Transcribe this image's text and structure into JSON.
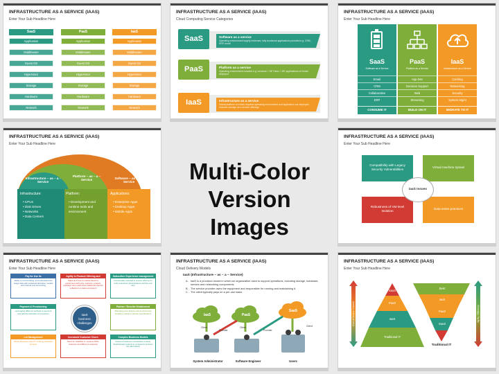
{
  "common": {
    "title": "INFRASTRUCTURE AS A SERVICE (IAAS)",
    "sub": "Enter Your Sub Headline Here"
  },
  "center": {
    "line1": "Multi-Color",
    "line2": "Version Images"
  },
  "s1": {
    "cols": [
      {
        "head": "SaaS",
        "color": "#2a9a83"
      },
      {
        "head": "PaaS",
        "color": "#7fae3a"
      },
      {
        "head": "IaaS",
        "color": "#f29a25"
      }
    ],
    "rows": [
      "Application",
      "Middleware",
      "Guest OS",
      "Hypervisor",
      "Storage",
      "Hardware",
      "Network"
    ]
  },
  "s2": {
    "sub": "Cloud Computing Service Categories",
    "items": [
      {
        "tag": "SaaS",
        "head": "Software as a service",
        "desc": "Operating environment largely irrelevant, fully functional applications provided e.g. CRM, ERP, email"
      },
      {
        "tag": "PaaS",
        "head": "Platform as a service",
        "desc": "Operating environment included e.g. windows / .NET linux / J2E applications of choice deployed"
      },
      {
        "tag": "IaaS",
        "head": "Infrastructure as a service",
        "desc": "Virtual platform on which required operating environment and application are deployed. Includes storage as a service offerings"
      }
    ]
  },
  "s3": {
    "cols": [
      {
        "name": "SaaS",
        "cap": "Software as a Service",
        "items": [
          "Email",
          "CRM",
          "Collaborative",
          "ERP"
        ],
        "foot": "CONSUME IT"
      },
      {
        "name": "PaaS",
        "cap": "Platform as a Service",
        "items": [
          "App Dev",
          "Decision Support",
          "Web",
          "Streaming"
        ],
        "foot": "BUILD ON IT"
      },
      {
        "name": "IaaS",
        "cap": "Infrastructure as a Service",
        "items": [
          "Caching",
          "Networking",
          "Security",
          "System Mgmt"
        ],
        "foot": "MIGRATE TO IT"
      }
    ]
  },
  "s4": {
    "arcs": [
      "Infrastructure – as – a - Service",
      "Platform – as – a – Service",
      "Software – as – a – Service"
    ],
    "cols": [
      {
        "head": "Infrastructure:",
        "items": [
          "CPUs",
          "Disk Drives",
          "Networks",
          "Data Centers"
        ]
      },
      {
        "head": "Platform:",
        "items": [
          "Development and runtime tools and environment"
        ]
      },
      {
        "head": "Applications:",
        "items": [
          "Enterprise Apps",
          "Desktop Apps",
          "Mobile Apps"
        ]
      }
    ]
  },
  "s5": {
    "center": "IaaS Issues",
    "boxes": [
      "Compatibility with Legacy Security Vulnerabilities",
      "Virtual machine sprawl",
      "Robustness of VM-level Isolation",
      "Data erase practices"
    ]
  },
  "s6": {
    "center": [
      "IaaS",
      "business",
      "challenges"
    ],
    "boxes": [
      {
        "head": "Pay for Use IIs",
        "body": "Ability to control billing, and understand the usage data with sustained allocation models and manual cost accounting"
      },
      {
        "head": "Agility in Product Offering and Launching",
        "body": "Sales and time-to-market based to experiment with price, features, product, package more easily than traditional channel software to a sales ecosystem"
      },
      {
        "head": "Subscriber Experience management",
        "body": "Functionality included in service offering for both customers administrators and the end user"
      },
      {
        "head": "Payment & Provisioning",
        "body": "Leveraging different methods to payment and add the activation of provisions"
      },
      {
        "head": "Partner / Reseller Enablement",
        "body": "Managing your delivery across direct and bundling models to partner specifications"
      },
      {
        "head": "Lot Management",
        "body": "Define Business rules for ordering activation process"
      },
      {
        "head": "Increased Customer Churn",
        "body": "Need for reliability to measure KPIs, customer and differs to customer"
      },
      {
        "head": "Complex Business Models",
        "body": "Advance business monetization models. Sophisticated options to compete in services are alternatives"
      }
    ]
  },
  "s7": {
    "sub": "Cloud Delivery Models",
    "heading": "IaaS (Infrastructure – as – a – Service)",
    "points": [
      {
        "k": "A.",
        "v": "IaaS is a provision model in which an organization used to support operations, including storage, hardware, servers and networking components."
      },
      {
        "k": "B.",
        "v": "The service provider owns the equipment and responsible for running and maintaining it."
      },
      {
        "k": "C.",
        "v": "The client typically pays on a per-use basis."
      }
    ],
    "clouds": [
      "IaaS",
      "PaaS",
      "SaaS"
    ],
    "arrows": [
      "Client",
      "Provider",
      "Client",
      "Provider",
      "Client"
    ],
    "people": [
      "System Administrator",
      "Software Engineer",
      "Users"
    ]
  },
  "s8": {
    "pyr": [
      "SaaS",
      "PaaS",
      "IaaS",
      "Traditional IT"
    ],
    "inv": [
      "Best",
      "IaaS",
      "PaaS",
      "SaaS"
    ],
    "left_axis": "Cost of Service / Control",
    "right_axis": "Agility / Efficiency",
    "bottom_label": "Traditional IT"
  }
}
